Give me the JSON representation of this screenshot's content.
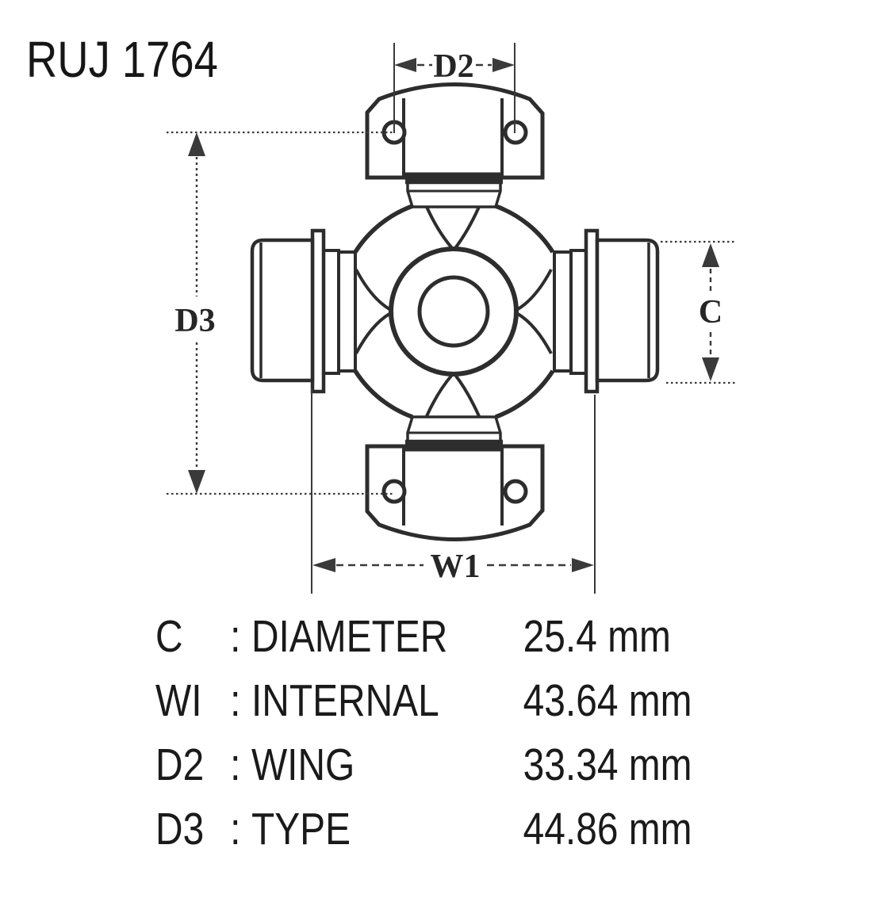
{
  "title": "RUJ 1764",
  "drawing": {
    "labels": {
      "d2": "D2",
      "d3": "D3",
      "c": "C",
      "w1": "W1"
    }
  },
  "spec_table": {
    "rows": [
      {
        "key": "C",
        "sep": ":",
        "name": "DIAMETER",
        "value": "25.4 mm"
      },
      {
        "key": "WI",
        "sep": ":",
        "name": "INTERNAL",
        "value": "43.64 mm"
      },
      {
        "key": "D2",
        "sep": ":",
        "name": "WING",
        "value": "33.34 mm"
      },
      {
        "key": "D3",
        "sep": ":",
        "name": "TYPE",
        "value": "44.86 mm"
      }
    ]
  }
}
